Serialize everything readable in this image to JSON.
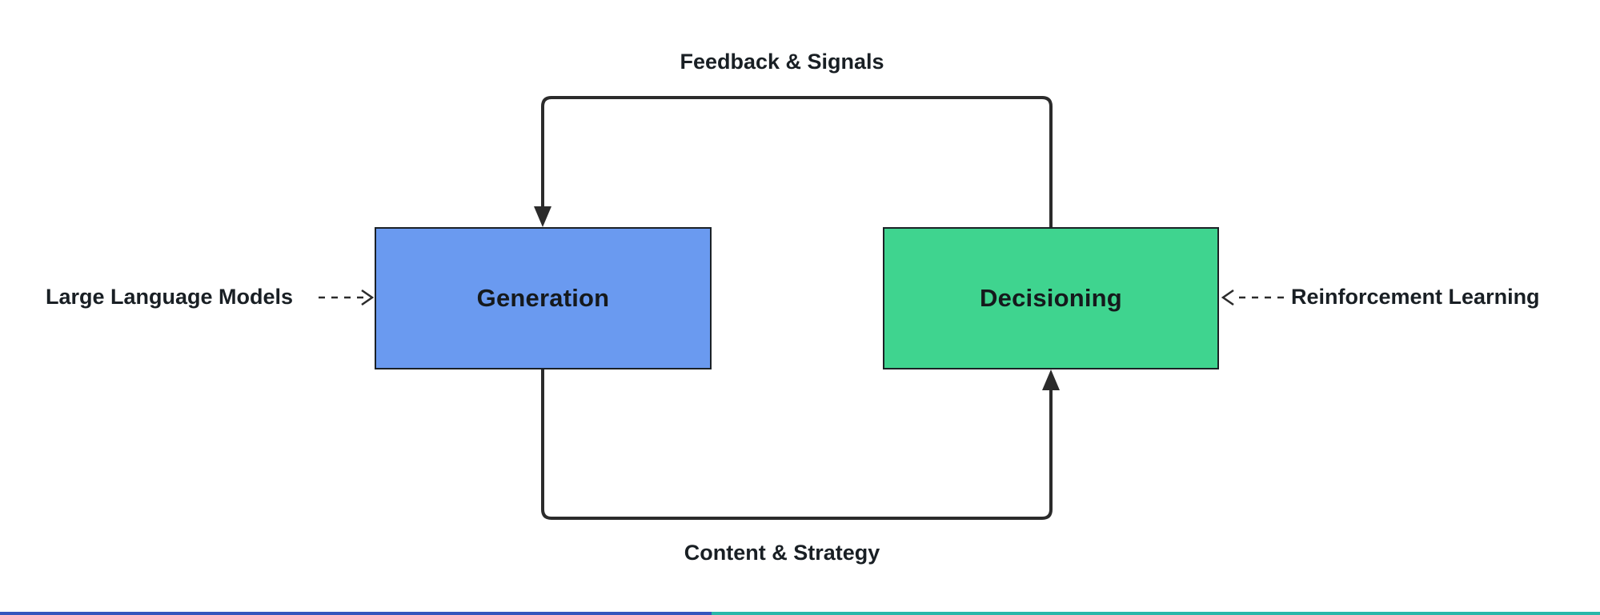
{
  "diagram": {
    "nodes": {
      "generation": {
        "label": "Generation",
        "fill": "#6a9af0",
        "border": "#1b2126"
      },
      "decisioning": {
        "label": "Decisioning",
        "fill": "#3fd48f",
        "border": "#1b2126"
      }
    },
    "edges": {
      "feedback": {
        "label": "Feedback & Signals"
      },
      "content": {
        "label": "Content & Strategy"
      },
      "llm": {
        "label": "Large Language Models"
      },
      "rl": {
        "label": "Reinforcement Learning"
      }
    },
    "colors": {
      "edge_stroke": "#2b2b2b",
      "text": "#191f24",
      "background": "#ffffff"
    },
    "bottom_bar": {
      "left_fill": "#3556bd",
      "right_fill": "#2ab7a9"
    }
  }
}
